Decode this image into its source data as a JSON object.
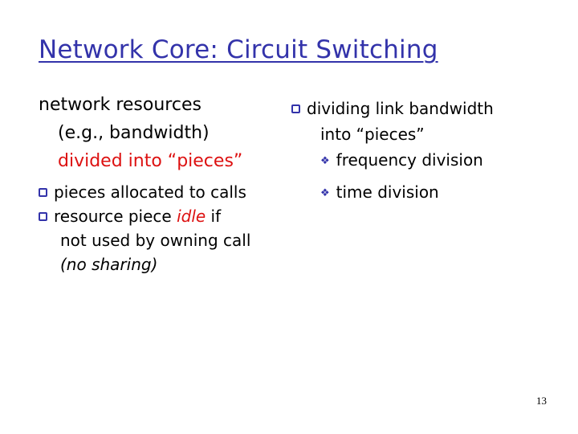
{
  "slide": {
    "title": "Network Core: Circuit Switching",
    "page_number": "13",
    "colors": {
      "title": "#3333aa",
      "highlight": "#dd1111",
      "bullet": "#3333aa"
    }
  },
  "left": {
    "intro_line1": "network resources",
    "intro_line2": "(e.g., bandwidth)",
    "intro_line3": "divided into “pieces”",
    "bullets": [
      {
        "text": "pieces allocated to calls"
      },
      {
        "text_before": "resource piece ",
        "highlight": "idle",
        "text_after": " if",
        "cont1": "not used by owning call",
        "cont2": "(no sharing)"
      }
    ]
  },
  "right": {
    "bullet_line1": "dividing link bandwidth",
    "bullet_line2": "into “pieces”",
    "sub_bullets": [
      {
        "text": "frequency division"
      },
      {
        "text": "time division"
      }
    ],
    "bullet_icon": "square-bullet-icon",
    "sub_bullet_icon": "diamond-bullet-icon"
  }
}
